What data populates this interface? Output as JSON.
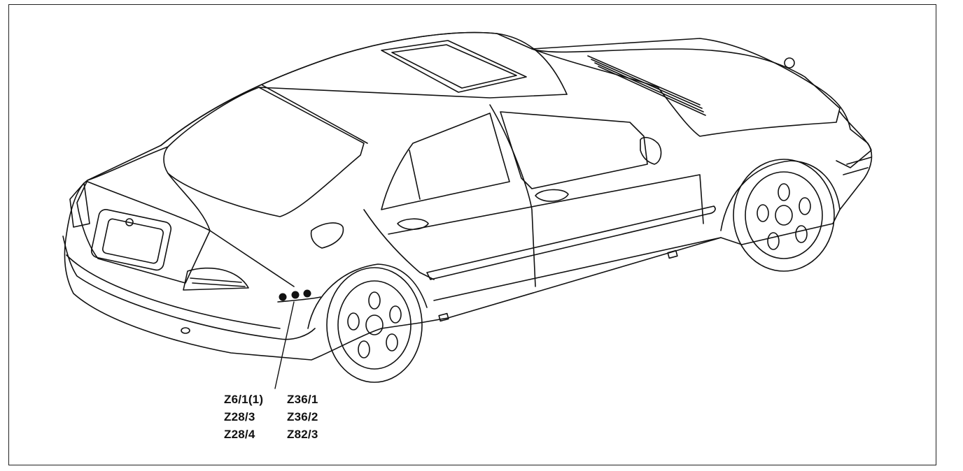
{
  "callouts": {
    "left_column": [
      "Z6/1(1)",
      "Z28/3",
      "Z28/4"
    ],
    "right_column": [
      "Z36/1",
      "Z36/2",
      "Z82/3"
    ]
  },
  "colors": {
    "line": "#111111",
    "background": "#ffffff"
  }
}
